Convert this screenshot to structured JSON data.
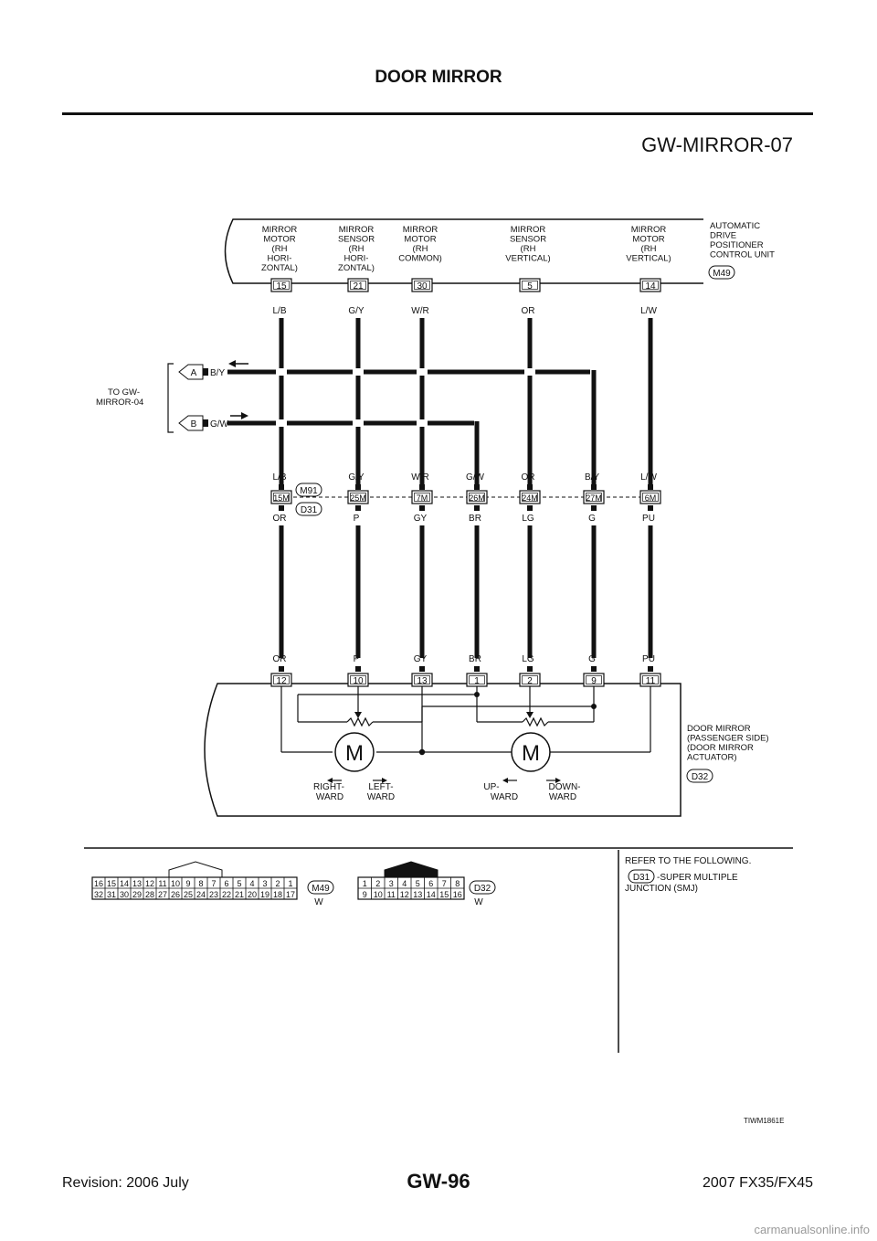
{
  "header": {
    "title": "DOOR MIRROR",
    "diagram_id": "GW-MIRROR-07"
  },
  "footer": {
    "revision": "Revision: 2006 July",
    "page": "GW-96",
    "model": "2007 FX35/FX45",
    "figure_id": "TIWM1861E",
    "watermark": "carmanualsonline.info"
  },
  "control_unit": {
    "name_lines": [
      "AUTOMATIC",
      "DRIVE",
      "POSITIONER",
      "CONTROL UNIT"
    ],
    "connector": "M49",
    "terminals": [
      {
        "lines": [
          "MIRROR",
          "MOTOR",
          "(RH",
          "HORI-",
          "ZONTAL)"
        ],
        "pin": "15",
        "color": "L/B"
      },
      {
        "lines": [
          "MIRROR",
          "SENSOR",
          "(RH",
          "HORI-",
          "ZONTAL)"
        ],
        "pin": "21",
        "color": "G/Y"
      },
      {
        "lines": [
          "MIRROR",
          "MOTOR",
          "(RH",
          "COMMON)"
        ],
        "pin": "30",
        "color": "W/R"
      },
      {
        "lines": [
          "MIRROR",
          "SENSOR",
          "(RH",
          "VERTICAL)"
        ],
        "pin": "5",
        "color": "OR"
      },
      {
        "lines": [
          "MIRROR",
          "MOTOR",
          "(RH",
          "VERTICAL)"
        ],
        "pin": "14",
        "color": "L/W"
      }
    ]
  },
  "to_ref": {
    "lines": [
      "TO GW-",
      "MIRROR-04"
    ],
    "a": {
      "label": "A",
      "color": "B/Y"
    },
    "b": {
      "label": "B",
      "color": "G/W"
    }
  },
  "junction": {
    "upper_connector": "M91",
    "lower_connector": "D31",
    "pins": [
      {
        "top_color": "L/B",
        "pin": "15M",
        "bottom_color": "OR"
      },
      {
        "top_color": "G/Y",
        "pin": "25M",
        "bottom_color": "P"
      },
      {
        "top_color": "W/R",
        "pin": "7M",
        "bottom_color": "GY"
      },
      {
        "top_color": "G/W",
        "pin": "26M",
        "bottom_color": "BR"
      },
      {
        "top_color": "OR",
        "pin": "24M",
        "bottom_color": "LG"
      },
      {
        "top_color": "B/Y",
        "pin": "27M",
        "bottom_color": "G"
      },
      {
        "top_color": "L/W",
        "pin": "6M",
        "bottom_color": "PU"
      }
    ]
  },
  "door_mirror": {
    "name_lines": [
      "DOOR MIRROR",
      "(PASSENGER SIDE)",
      "(DOOR MIRROR",
      " ACTUATOR)"
    ],
    "connector": "D32",
    "pins": [
      {
        "color": "OR",
        "pin": "12"
      },
      {
        "color": "P",
        "pin": "10"
      },
      {
        "color": "GY",
        "pin": "13"
      },
      {
        "color": "BR",
        "pin": "1"
      },
      {
        "color": "LG",
        "pin": "2"
      },
      {
        "color": "G",
        "pin": "9"
      },
      {
        "color": "PU",
        "pin": "11"
      }
    ],
    "motor_symbol": "M",
    "directions": {
      "right": [
        "RIGHT-",
        "WARD"
      ],
      "left": [
        "LEFT-",
        "WARD"
      ],
      "up": [
        "UP-",
        "WARD"
      ],
      "down": [
        "DOWN-",
        "WARD"
      ]
    }
  },
  "connector_views": [
    {
      "id": "M49",
      "color": "W",
      "row1": [
        "16",
        "15",
        "14",
        "13",
        "12",
        "11",
        "10",
        "9",
        "8",
        "7",
        "6",
        "5",
        "4",
        "3",
        "2",
        "1"
      ],
      "row2": [
        "32",
        "31",
        "30",
        "29",
        "28",
        "27",
        "26",
        "25",
        "24",
        "23",
        "22",
        "21",
        "20",
        "19",
        "18",
        "17"
      ]
    },
    {
      "id": "D32",
      "color": "W",
      "row1": [
        "1",
        "2",
        "3",
        "4",
        "5",
        "6",
        "7",
        "8"
      ],
      "row2": [
        "9",
        "10",
        "11",
        "12",
        "13",
        "14",
        "15",
        "16"
      ]
    }
  ],
  "reference": {
    "title": "REFER TO THE FOLLOWING.",
    "connector": "D31",
    "desc_line1": "-SUPER MULTIPLE",
    "desc_line2": "JUNCTION (SMJ)"
  }
}
